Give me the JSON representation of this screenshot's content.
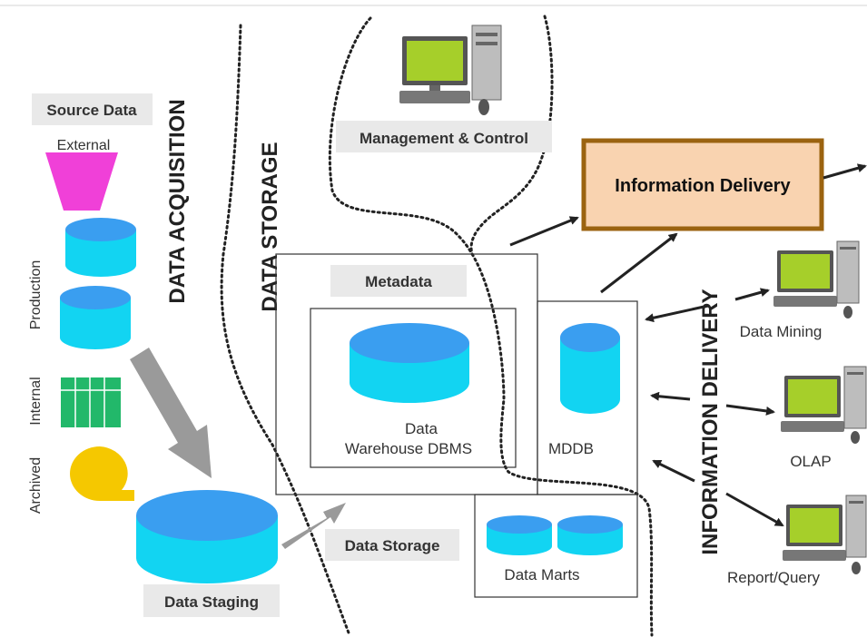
{
  "labels": {
    "source_data": "Source Data",
    "external": "External",
    "production": "Production",
    "internal": "Internal",
    "archived": "Archived",
    "data_acquisition": "DATA ACQUISITION",
    "data_storage_vertical": "DATA STORAGE",
    "management_control": "Management & Control",
    "information_delivery_box": "Information Delivery",
    "metadata": "Metadata",
    "dw_line1": "Data",
    "dw_line2": "Warehouse DBMS",
    "mddb": "MDDB",
    "information_delivery_vertical": "INFORMATION DELIVERY",
    "data_mining": "Data Mining",
    "olap": "OLAP",
    "report_query": "Report/Query",
    "data_storage": "Data Storage",
    "data_marts": "Data Marts",
    "data_staging": "Data Staging"
  },
  "colors": {
    "cylinder_top": "#3a9ef0",
    "cylinder_body": "#12d4f2",
    "external": "#f040d8",
    "internal": "#22b86a",
    "archived": "#f5c800",
    "label_box": "#e9e9e9",
    "info_delivery_fill": "#f9d3b0",
    "info_delivery_border": "#9b6310",
    "arrow_gray": "#9a9a9a",
    "screen_green": "#a6cf2a"
  }
}
